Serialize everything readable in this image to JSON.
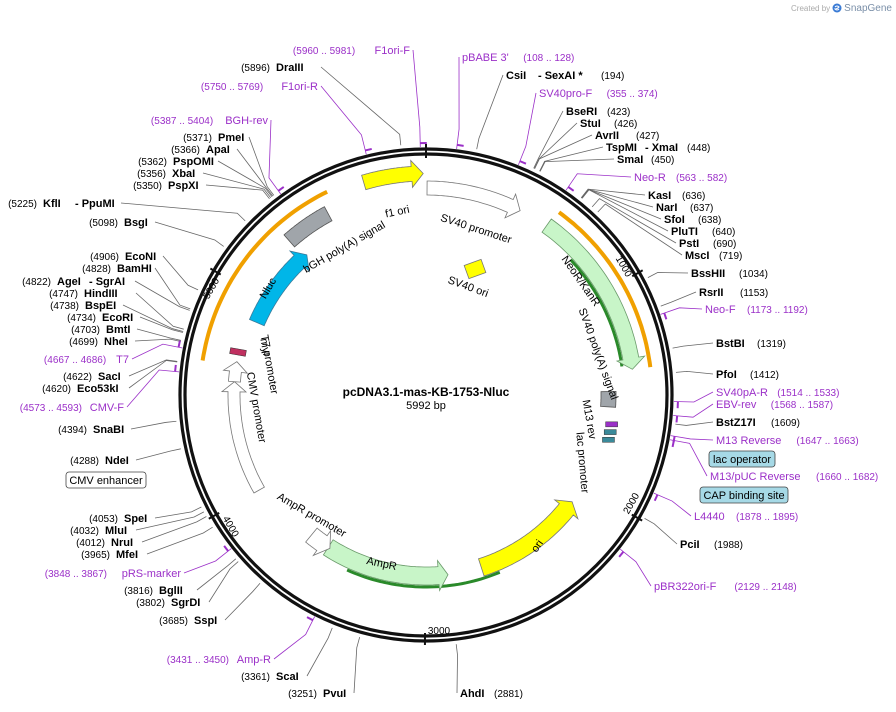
{
  "credit": {
    "prefix": "Created by",
    "brand": "SnapGene"
  },
  "map": {
    "name": "pcDNA3.1-mas-KB-1753-Nluc",
    "length": "5992 bp",
    "tick_labels": [
      "1000",
      "2000",
      "3000",
      "4000",
      "5000"
    ]
  },
  "colors": {
    "primer": "#9b30c8",
    "backbone": "#111111",
    "yellow": "#ffff00",
    "green": "#c8f5c8",
    "cyan": "#00b6e8",
    "grey": "#a0a5aa",
    "orange": "#f0a000",
    "dark_green": "#2a8a2a"
  },
  "sites_right": [
    {
      "name": "CsiI",
      "extra": "SexAI *",
      "pos": "(194)"
    },
    {
      "name": "BseRI",
      "pos": "(423)"
    },
    {
      "name": "StuI",
      "pos": "(426)"
    },
    {
      "name": "AvrII",
      "pos": "(427)"
    },
    {
      "name": "TspMI",
      "extra": "XmaI",
      "pos": "(448)"
    },
    {
      "name": "SmaI",
      "pos": "(450)"
    },
    {
      "name": "KasI",
      "pos": "(636)"
    },
    {
      "name": "NarI",
      "pos": "(637)"
    },
    {
      "name": "SfoI",
      "pos": "(638)"
    },
    {
      "name": "PluTI",
      "pos": "(640)"
    },
    {
      "name": "PstI",
      "pos": "(690)"
    },
    {
      "name": "MscI",
      "pos": "(719)"
    },
    {
      "name": "BssHII",
      "pos": "(1034)"
    },
    {
      "name": "RsrII",
      "pos": "(1153)"
    },
    {
      "name": "BstBI",
      "pos": "(1319)"
    },
    {
      "name": "PfoI",
      "pos": "(1412)"
    },
    {
      "name": "BstZ17I",
      "pos": "(1609)"
    },
    {
      "name": "PciI",
      "pos": "(1988)"
    },
    {
      "name": "AhdI",
      "pos": "(2881)"
    }
  ],
  "sites_left": [
    {
      "name": "DraIII",
      "pos": "(5896)"
    },
    {
      "name": "PmeI",
      "pos": "(5371)"
    },
    {
      "name": "ApaI",
      "pos": "(5366)"
    },
    {
      "name": "PspOMI",
      "pos": "(5362)"
    },
    {
      "name": "XbaI",
      "pos": "(5356)"
    },
    {
      "name": "PspXI",
      "pos": "(5350)"
    },
    {
      "name": "KflI",
      "extra": "PpuMI",
      "pos": "(5225)"
    },
    {
      "name": "BsgI",
      "pos": "(5098)"
    },
    {
      "name": "EcoNI",
      "pos": "(4906)"
    },
    {
      "name": "BamHI",
      "pos": "(4828)"
    },
    {
      "name": "AgeI",
      "extra": "SgrAI",
      "pos": "(4822)"
    },
    {
      "name": "HindIII",
      "pos": "(4747)"
    },
    {
      "name": "BspEI",
      "pos": "(4738)"
    },
    {
      "name": "EcoRI",
      "pos": "(4734)"
    },
    {
      "name": "BmtI",
      "pos": "(4703)"
    },
    {
      "name": "NheI",
      "pos": "(4699)"
    },
    {
      "name": "SacI",
      "pos": "(4622)"
    },
    {
      "name": "Eco53kI",
      "pos": "(4620)"
    },
    {
      "name": "SnaBI",
      "pos": "(4394)"
    },
    {
      "name": "NdeI",
      "pos": "(4288)"
    },
    {
      "name": "SpeI",
      "pos": "(4053)"
    },
    {
      "name": "MluI",
      "pos": "(4032)"
    },
    {
      "name": "NruI",
      "pos": "(4012)"
    },
    {
      "name": "MfeI",
      "pos": "(3965)"
    },
    {
      "name": "BglII",
      "pos": "(3816)"
    },
    {
      "name": "SgrDI",
      "pos": "(3802)"
    },
    {
      "name": "SspI",
      "pos": "(3685)"
    },
    {
      "name": "ScaI",
      "pos": "(3361)"
    },
    {
      "name": "PvuI",
      "pos": "(3251)"
    }
  ],
  "primers": [
    {
      "name": "F1ori-F",
      "range": "(5960 .. 5981)"
    },
    {
      "name": "F1ori-R",
      "range": "(5750 .. 5769)"
    },
    {
      "name": "BGH-rev",
      "range": "(5387 .. 5404)"
    },
    {
      "name": "pBABE 3'",
      "range": "(108 .. 128)"
    },
    {
      "name": "SV40pro-F",
      "range": "(355 .. 374)"
    },
    {
      "name": "Neo-R",
      "range": "(563 .. 582)"
    },
    {
      "name": "Neo-F",
      "range": "(1173 .. 1192)"
    },
    {
      "name": "SV40pA-R",
      "range": "(1514 .. 1533)"
    },
    {
      "name": "EBV-rev",
      "range": "(1568 .. 1587)"
    },
    {
      "name": "M13 Reverse",
      "range": "(1647 .. 1663)"
    },
    {
      "name": "M13/pUC Reverse",
      "range": "(1660 .. 1682)"
    },
    {
      "name": "L4440",
      "range": "(1878 .. 1895)"
    },
    {
      "name": "pBR322ori-F",
      "range": "(2129 .. 2148)"
    },
    {
      "name": "T7",
      "range": "(4667 .. 4686)"
    },
    {
      "name": "CMV-F",
      "range": "(4573 .. 4593)"
    },
    {
      "name": "pRS-marker",
      "range": "(3848 .. 3867)"
    },
    {
      "name": "Amp-R",
      "range": "(3431 .. 3450)"
    }
  ],
  "boxed_labels": [
    "lac operator",
    "CAP binding site",
    "CMV enhancer"
  ],
  "features": [
    "f1 ori",
    "SV40 promoter",
    "SV40 ori",
    "bGH poly(A) signal",
    "Nluc",
    "NeoR/KanR",
    "SV40 poly(A) signal",
    "M13 rev",
    "lac promoter",
    "ori",
    "AmpR",
    "AmpR promoter",
    "CMV promoter",
    "T7 promoter",
    "myr"
  ]
}
